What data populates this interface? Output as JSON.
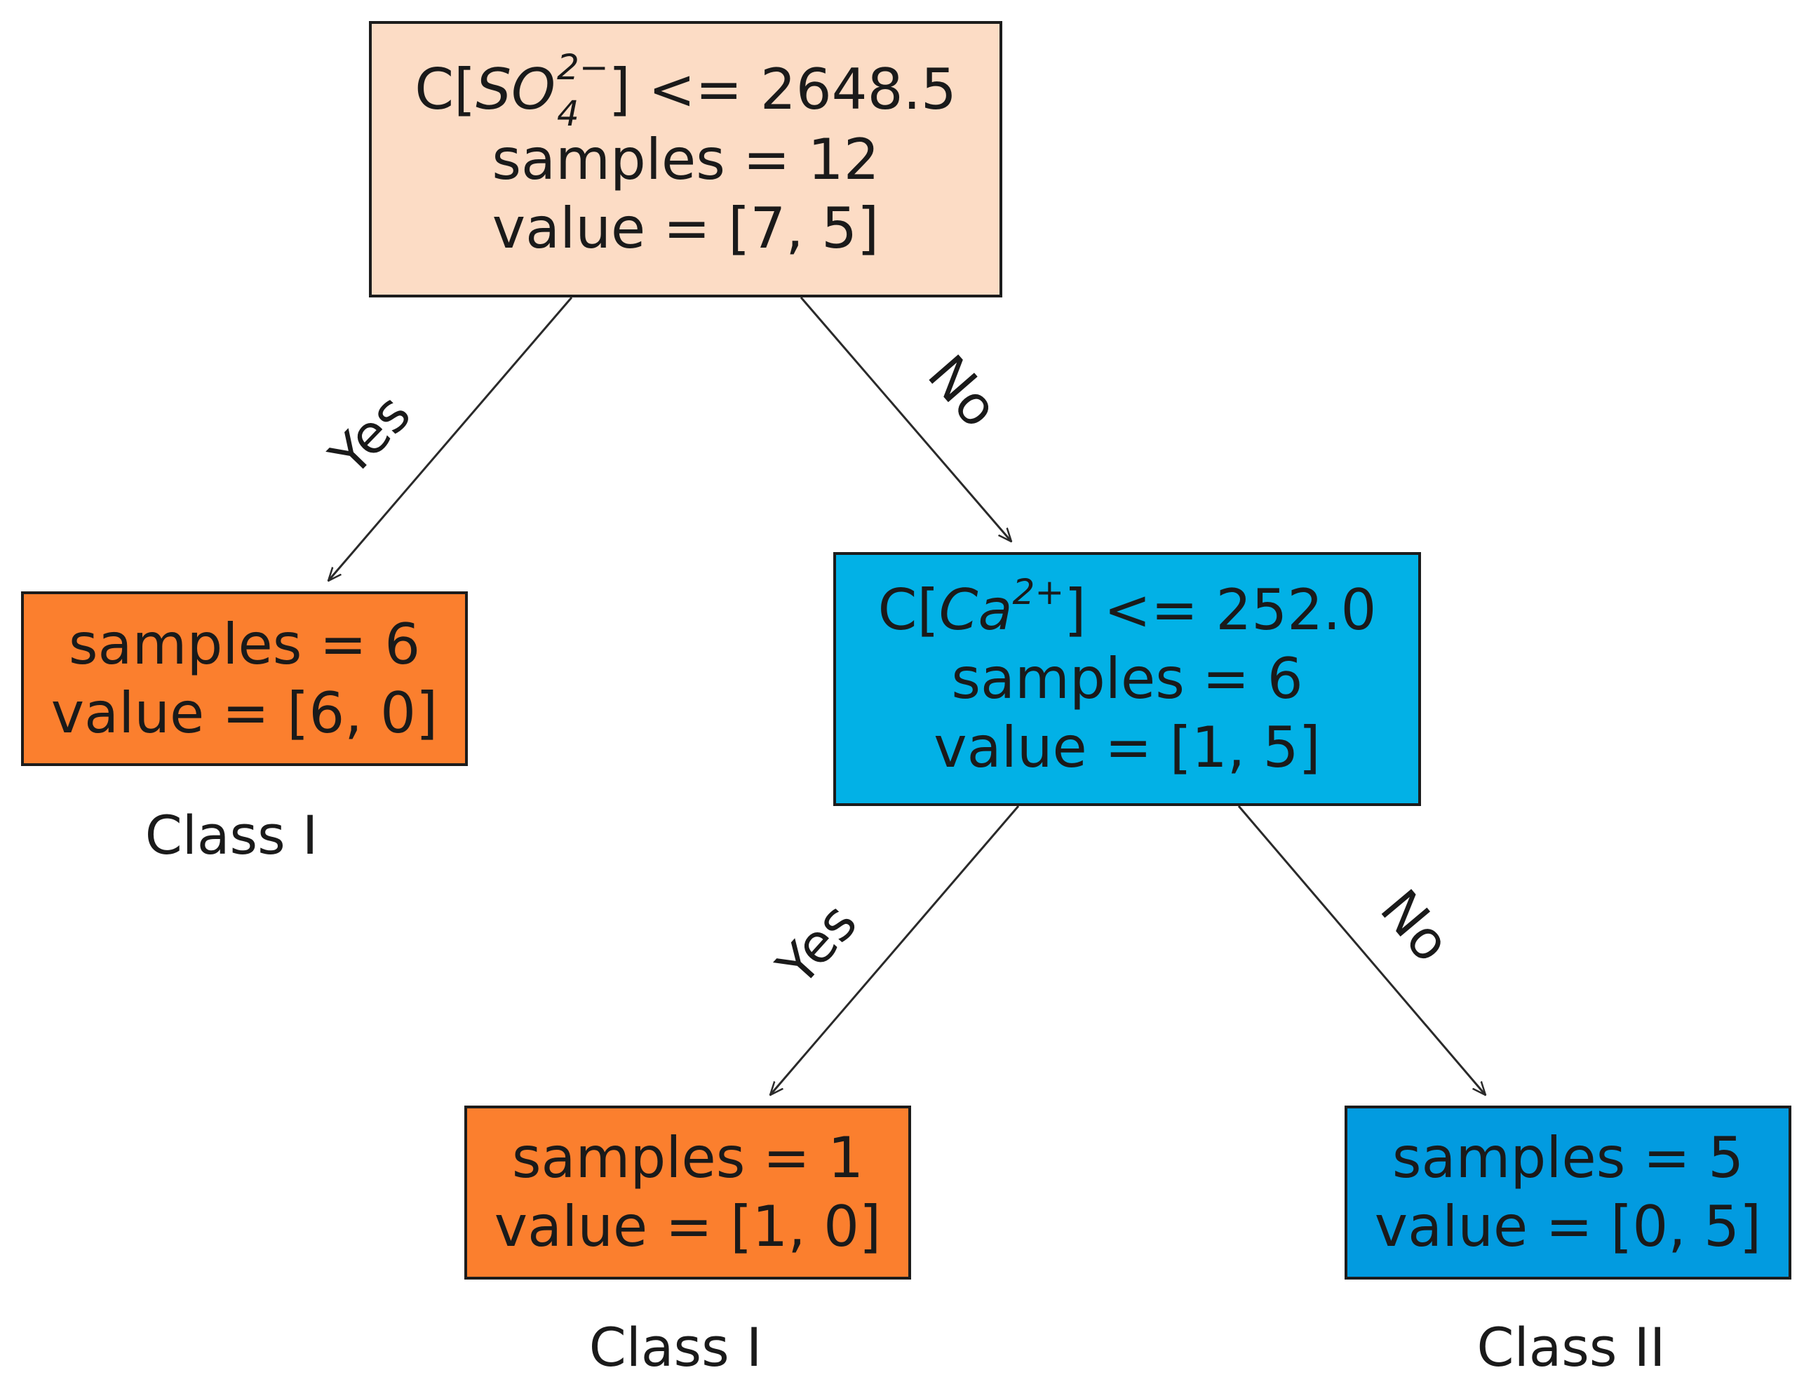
{
  "colors": {
    "root_fill": "#fcdcc5",
    "orange_fill": "#fb7f2e",
    "blue_fill": "#02b1e6",
    "blue_leaf_fill": "#029be0",
    "border": "#1c1c1c",
    "edge": "#2a2a2a"
  },
  "root": {
    "condition_prefix": "C[",
    "condition_species": "SO",
    "condition_sub": "4",
    "condition_sup": "2−",
    "condition_suffix": "] <= 2648.5",
    "samples": "samples = 12",
    "value": "value = [7, 5]"
  },
  "left_leaf": {
    "samples": "samples = 6",
    "value": "value = [6, 0]",
    "class": "Class I"
  },
  "right_node": {
    "condition_prefix": "C[",
    "condition_species": "Ca",
    "condition_sup": "2+",
    "condition_suffix": "] <= 252.0",
    "samples": "samples = 6",
    "value": "value = [1, 5]"
  },
  "left_leaf_2": {
    "samples": "samples = 1",
    "value": "value = [1, 0]",
    "class": "Class I"
  },
  "right_leaf_2": {
    "samples": "samples = 5",
    "value": "value = [0, 5]",
    "class": "Class II"
  },
  "edges": {
    "yes": "Yes",
    "no": "No"
  }
}
